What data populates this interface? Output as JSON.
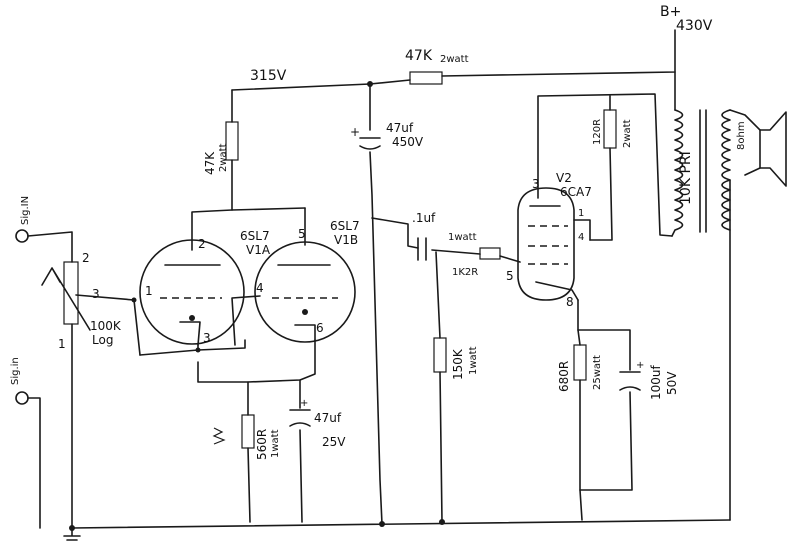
{
  "supply": {
    "bplus": "B+",
    "bplus_voltage": "430V",
    "node_voltage": "315V"
  },
  "resistors": {
    "dropper": {
      "value": "47K",
      "rating": "2watt"
    },
    "plate_v1a": {
      "value": "47K",
      "rating": "2watt"
    },
    "cathode_v2": {
      "value": "120R",
      "rating": "2watt"
    },
    "grid_v2": {
      "value": "1K2R",
      "rating": "1watt"
    },
    "grid_leak": {
      "value": "150K",
      "rating": "1watt"
    },
    "cathode_v2b": {
      "value": "680R",
      "rating": "25watt"
    },
    "cathode_v1": {
      "value": "560R",
      "rating": "1watt"
    }
  },
  "capacitors": {
    "filter": {
      "value": "47uf",
      "voltage": "450V"
    },
    "coupling": {
      "value": ".1uf"
    },
    "bypass_v2": {
      "value": "100uf",
      "voltage": "50V"
    },
    "bypass_v1": {
      "value": "47uf",
      "voltage": "25V"
    }
  },
  "tubes": {
    "v1a": {
      "type": "6SL7",
      "section": "V1A"
    },
    "v1b": {
      "type": "6SL7",
      "section": "V1B"
    },
    "v2": {
      "name": "V2",
      "type": "6CA7"
    }
  },
  "pins": {
    "p1": "1",
    "p2": "2",
    "p3": "3",
    "p4": "4",
    "p5": "5",
    "p6": "6",
    "p8": "8",
    "pot1": "1",
    "pot2": "2",
    "pot3": "3",
    "v2_1": "1",
    "v2_4": "4",
    "v2_3": "3"
  },
  "pot": {
    "value": "100K",
    "taper": "Log"
  },
  "inputs": {
    "sig_x": "Sig.IN",
    "sig_in": "Sig.in"
  },
  "transformer": {
    "primary": "10K PRI",
    "secondary": "8ohm"
  }
}
